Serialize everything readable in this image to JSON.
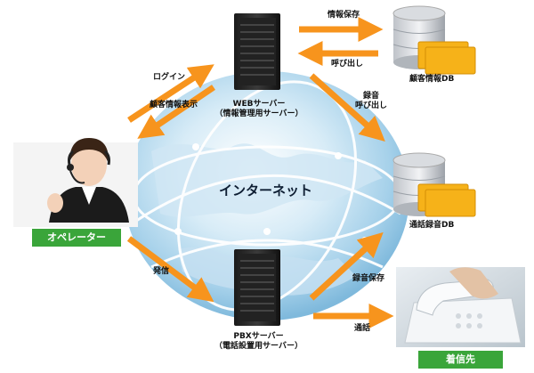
{
  "center": {
    "label": "インターネット"
  },
  "servers": {
    "web": {
      "line1": "WEBサーバー",
      "line2": "（情報管理用サーバー）"
    },
    "pbx": {
      "line1": "PBXサーバー",
      "line2": "（電話設置用サーバー）"
    }
  },
  "databases": {
    "customer": {
      "label": "顧客情報DB"
    },
    "recording": {
      "label": "通話録音DB"
    }
  },
  "actors": {
    "operator": {
      "label": "オペレーター"
    },
    "callee": {
      "label": "着信先"
    }
  },
  "arrows": {
    "save_info": "情報保存",
    "call_up": "呼び出し",
    "login": "ログイン",
    "show_customer": "顧客情報表示",
    "recording": "録音",
    "recording_call_up": "呼び出し",
    "outgoing": "発信",
    "save_recording": "録音保存",
    "call": "通話"
  },
  "colors": {
    "arrow": "#f7941d",
    "tag": "#3aa53a",
    "folder": "#f6b219"
  }
}
